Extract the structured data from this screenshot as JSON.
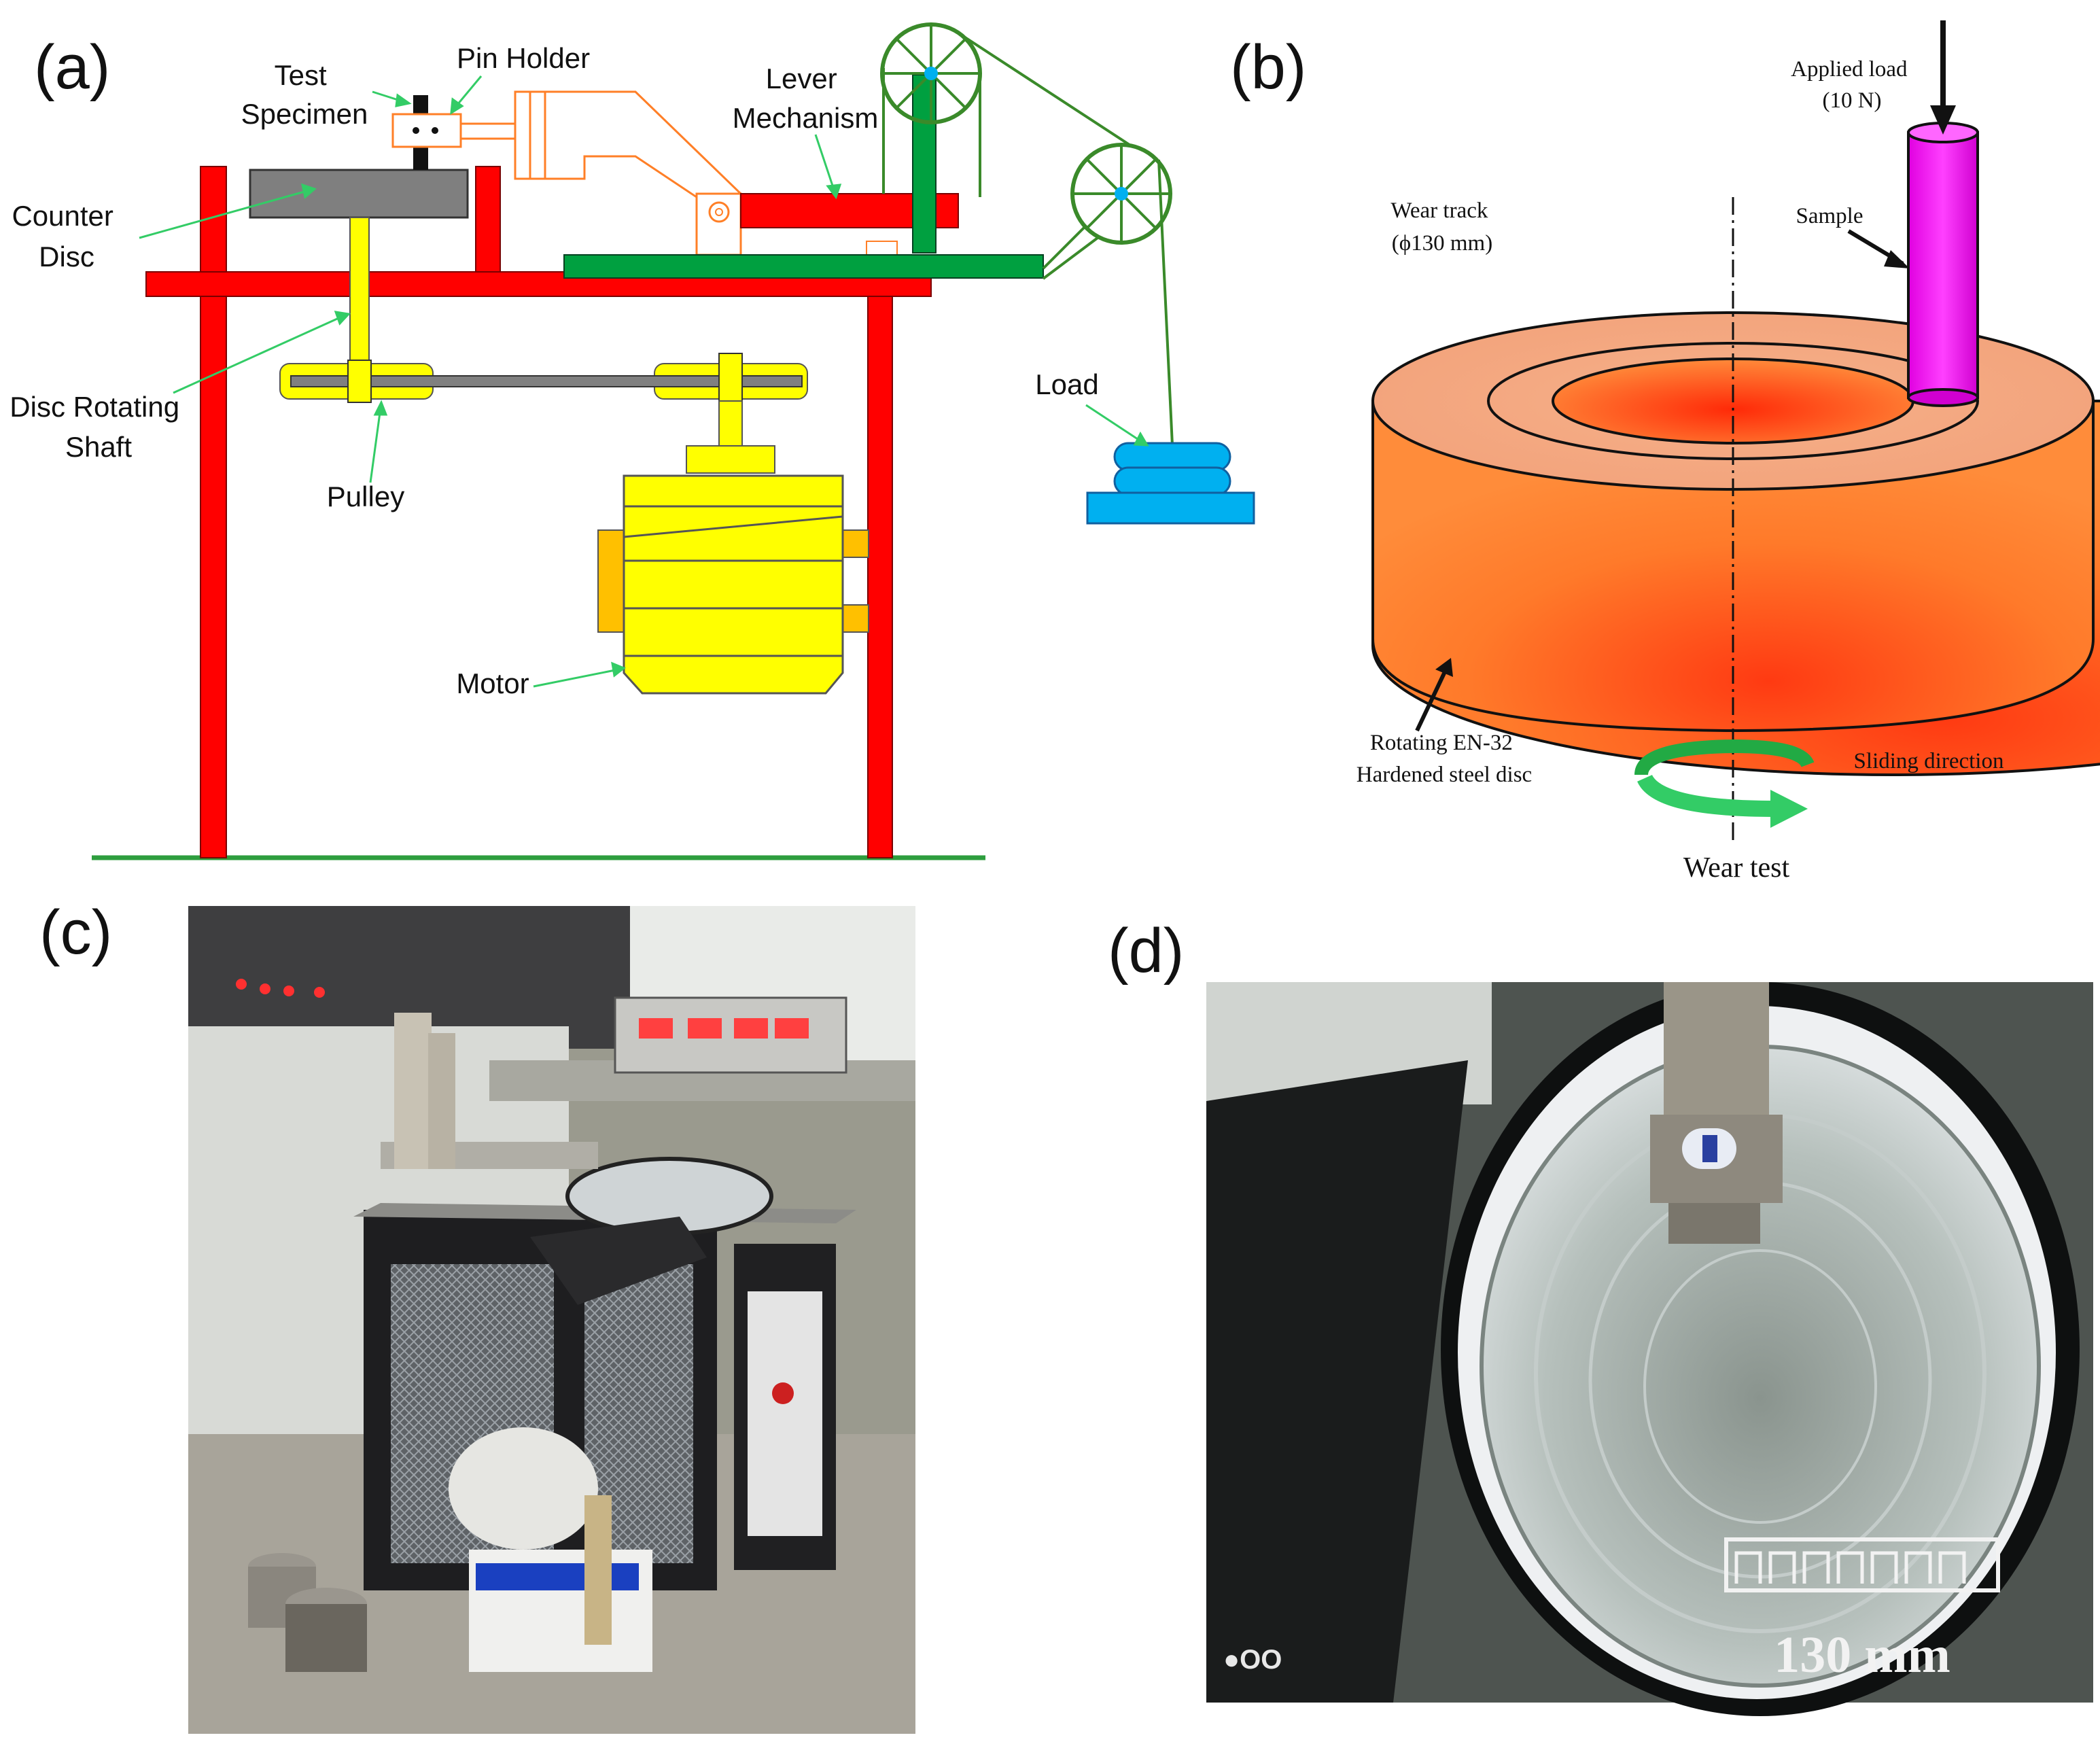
{
  "panels": {
    "a": {
      "label": "(a)",
      "test_specimen": [
        "Test",
        "Specimen"
      ],
      "pin_holder": "Pin Holder",
      "lever_mechanism": [
        "Lever",
        "Mechanism"
      ],
      "counter_disc": [
        "Counter",
        "Disc"
      ],
      "disc_rotating_shaft": [
        "Disc Rotating",
        "Shaft"
      ],
      "pulley": "Pulley",
      "motor": "Motor",
      "load": "Load"
    },
    "b": {
      "label": "(b)",
      "applied_load": [
        "Applied load",
        "(10 N)"
      ],
      "wear_track": [
        "Wear track",
        "(ϕ130 mm)"
      ],
      "sample": "Sample",
      "rotating_disc": [
        "Rotating  EN-32",
        "Hardened steel disc"
      ],
      "sliding_direction": "Sliding direction",
      "wear_test": "Wear test"
    },
    "c": {
      "label": "(c)"
    },
    "d": {
      "label": "(d)",
      "scale_text": "130 mm"
    }
  },
  "colors": {
    "frame_red": "#ff0000",
    "ground_green": "#2e9e3e",
    "lever_green": "#00a040",
    "wheel_green": "#3a8a2a",
    "pulley_yellow": "#ffff00",
    "orange_holder": "#ff7f27",
    "load_blue": "#00b0f0",
    "arrow_green": "#33cc66",
    "sample_magenta": "#ff00ff",
    "disc_orange": "#ff7a2a"
  }
}
